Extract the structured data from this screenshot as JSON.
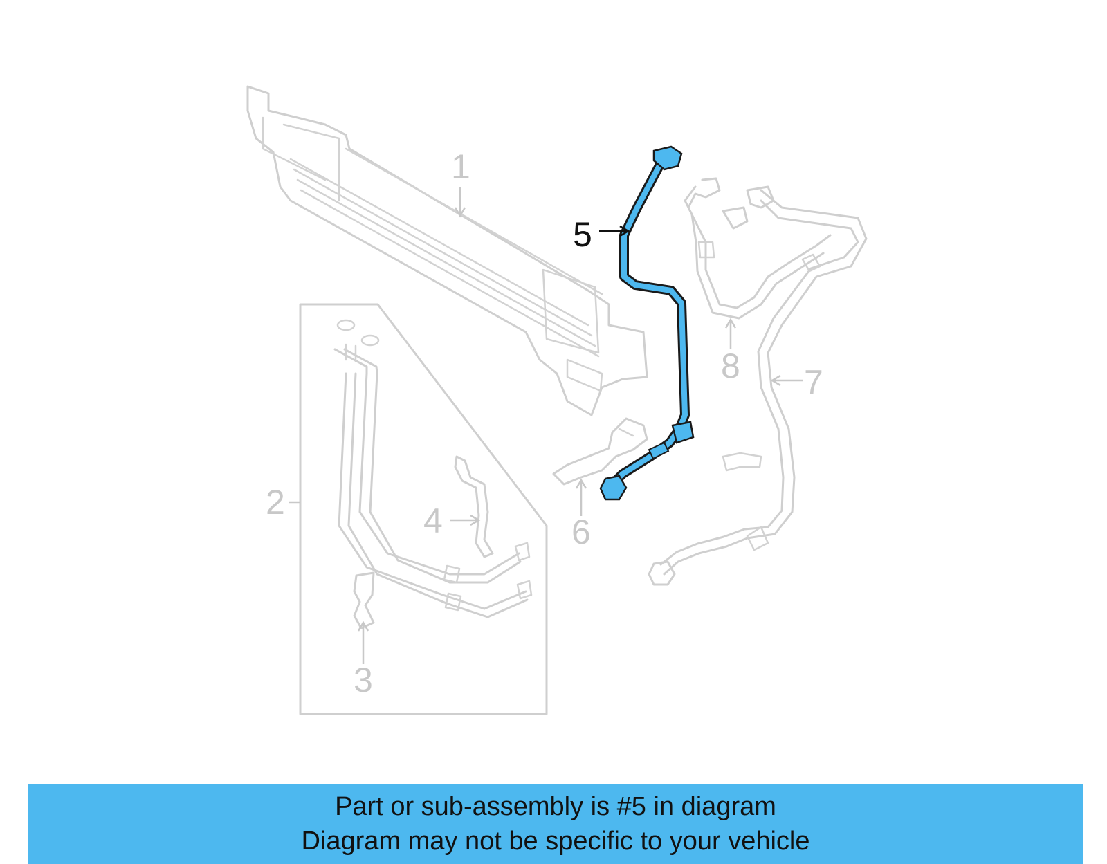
{
  "callouts": {
    "c1": "1",
    "c2": "2",
    "c3": "3",
    "c4": "4",
    "c5": "5",
    "c6": "6",
    "c7": "7",
    "c8": "8"
  },
  "highlight_color": "#4db8ef",
  "ghost_color": "#cfcfcf",
  "banner": {
    "line1": "Part or sub-assembly is #5 in diagram",
    "line2": "Diagram may not be specific to your vehicle",
    "background": "#4db8ef"
  }
}
